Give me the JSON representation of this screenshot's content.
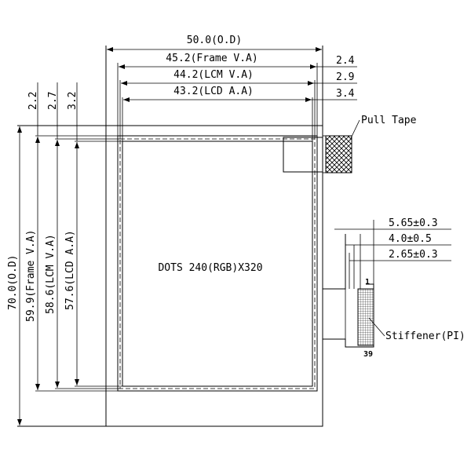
{
  "colors": {
    "line": "#000000",
    "background": "#ffffff"
  },
  "dimensions": {
    "od_width": "50.0(O.D)",
    "frame_va_width": "45.2(Frame V.A)",
    "lcm_va_width": "44.2(LCM V.A)",
    "lcd_aa_width": "43.2(LCD A.A)",
    "right_offset_1": "2.4",
    "right_offset_2": "2.9",
    "right_offset_3": "3.4",
    "top_offset_1": "2.2",
    "top_offset_2": "2.7",
    "top_offset_3": "3.2",
    "od_height": "70.0(O.D)",
    "frame_va_height": "59.9(Frame V.A)",
    "lcm_va_height": "58.6(LCM V.A)",
    "lcd_aa_height": "57.6(LCD A.A)",
    "fpc_1": "5.65±0.3",
    "fpc_2": "4.0±0.5",
    "fpc_3": "2.65±0.3"
  },
  "labels": {
    "center_text": "DOTS 240(RGB)X320",
    "pull_tape": "Pull Tape",
    "stiffener": "Stiffener(PI)",
    "pin_first": "1",
    "pin_last": "39"
  }
}
